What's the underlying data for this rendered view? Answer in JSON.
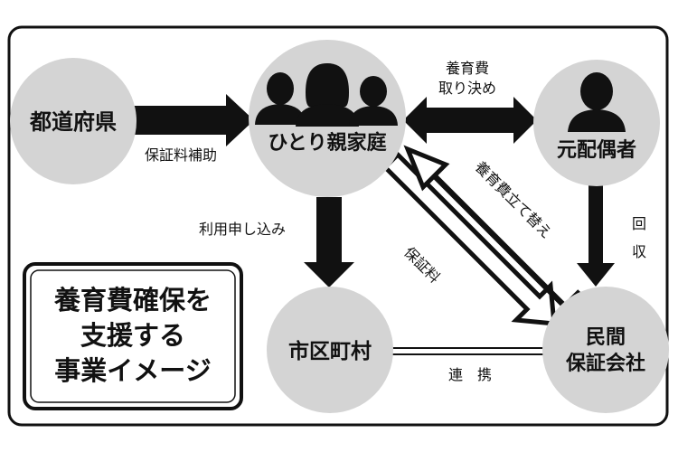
{
  "colors": {
    "background": "#ffffff",
    "node_fill": "#d4d4d4",
    "arrow": "#111111",
    "text": "#111111"
  },
  "nodes": {
    "prefecture": {
      "label": "都道府県"
    },
    "single_parent": {
      "label": "ひとり親家庭",
      "icon": "three-people-icon"
    },
    "ex_spouse": {
      "label": "元配偶者",
      "icon": "person-icon"
    },
    "municipality": {
      "label": "市区町村"
    },
    "guarantor": {
      "label_line1": "民間",
      "label_line2": "保証会社"
    }
  },
  "edges": {
    "subsidy": {
      "label": "保証料補助"
    },
    "agreement": {
      "label_line1": "養育費",
      "label_line2": "取り決め"
    },
    "application": {
      "label": "利用申し込み"
    },
    "guarantee_fee": {
      "label": "保証料"
    },
    "advance": {
      "label": "養育費立て替え"
    },
    "collection": {
      "label_line1": "回",
      "label_line2": "収"
    },
    "cooperation": {
      "label": "連　携"
    }
  },
  "title": {
    "line1": "養育費確保を",
    "line2": "支援する",
    "line3": "事業イメージ"
  }
}
